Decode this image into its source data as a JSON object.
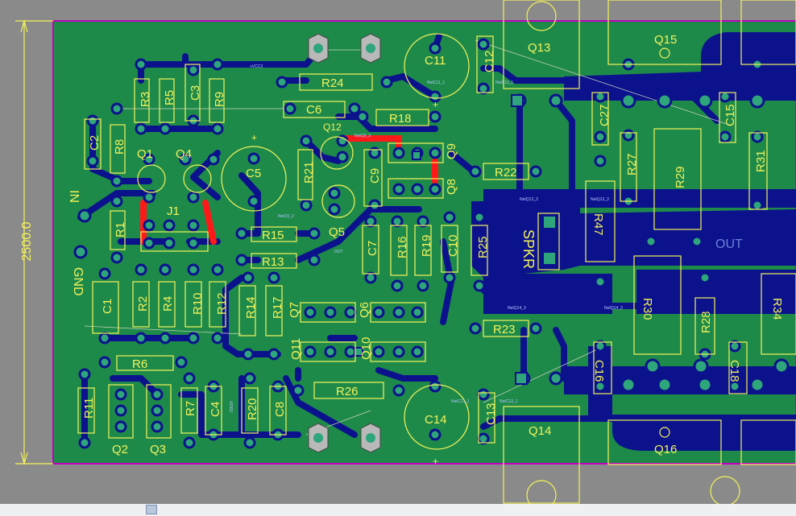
{
  "board": {
    "dimension_label": "2500.0",
    "text_in": "IN",
    "text_gnd": "GND",
    "text_spkr": "SPKR",
    "text_out": "OUT",
    "text_plus": "+"
  },
  "components": {
    "resistors": {
      "R3": "R3",
      "R5": "R5",
      "R9": "R9",
      "R8": "R8",
      "R1": "R1",
      "R2": "R2",
      "R4": "R4",
      "R10": "R10",
      "R12": "R12",
      "R6": "R6",
      "R11": "R11",
      "R7": "R7",
      "R24": "R24",
      "R18": "R18",
      "R21": "R21",
      "R15": "R15",
      "R13": "R13",
      "R14": "R14",
      "R17": "R17",
      "R16": "R16",
      "R19": "R19",
      "R25": "R25",
      "R22": "R22",
      "R23": "R23",
      "R20": "R20",
      "R26": "R26",
      "R47": "R47",
      "R27": "R27",
      "R29": "R29",
      "R31": "R31",
      "R30": "R30",
      "R28": "R28",
      "R34": "R34"
    },
    "capacitors": {
      "C3": "C3",
      "C2": "C2",
      "C6": "C6",
      "C5": "C5",
      "C9": "C9",
      "C1": "C1",
      "C4": "C4",
      "C7": "C7",
      "C10": "C10",
      "C8": "C8",
      "C11": "C11",
      "C12": "C12",
      "C27": "C27",
      "C15": "C15",
      "C14": "C14",
      "C13": "C13",
      "C16": "C16",
      "C18": "C18"
    },
    "transistors": {
      "Q1": "Q1",
      "Q4": "Q4",
      "Q12": "Q12",
      "Q9": "Q9",
      "Q8": "Q8",
      "Q5": "Q5",
      "Q7": "Q7",
      "Q6": "Q6",
      "Q11": "Q11",
      "Q10": "Q10",
      "Q2": "Q2",
      "Q3": "Q3",
      "Q13": "Q13",
      "Q15": "Q15",
      "Q14": "Q14",
      "Q16": "Q16"
    },
    "connectors": {
      "J1": "J1"
    }
  },
  "nets": {
    "vcc2": "+VCC2",
    "netq9_3": "NetQ9_3",
    "netc11_1": "NetC11_1",
    "netc13_1": "NetC13_1",
    "netq13_3": "NetQ13_3",
    "netq14_3": "NetQ14_3",
    "netc5_2": "NetC5_2",
    "out": "OUT",
    "vdd2": "-VDD2",
    "gnd": "GND"
  },
  "colors": {
    "background": "#8a8a8a",
    "board": "#1e8a4a",
    "copper": "#0c128c",
    "silkscreen": "#f3f35a",
    "pad": "#2ea57a",
    "highlight": "#ff1a1a",
    "outline": "#c000c0",
    "ratsnest": "#cfd4c2"
  }
}
